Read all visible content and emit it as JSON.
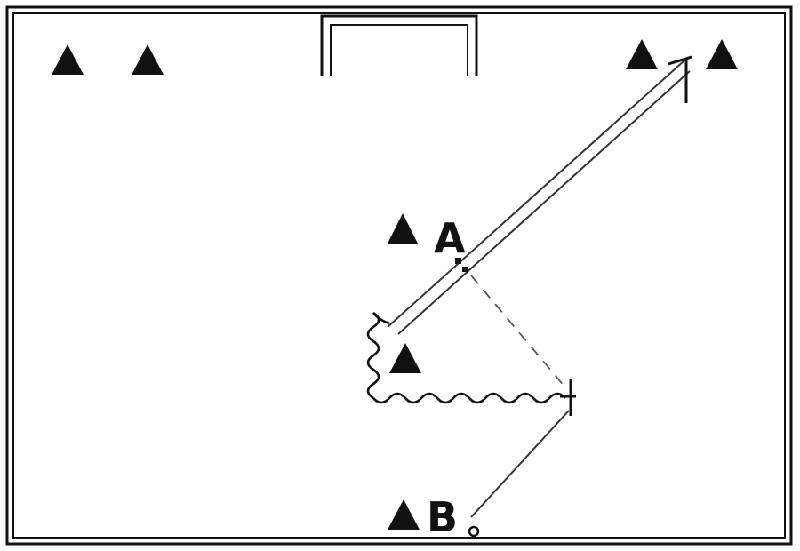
{
  "diagram": {
    "labels": {
      "player_a": "A",
      "player_b": "B"
    },
    "colors": {
      "line": "#111111",
      "background": "#ffffff",
      "pass_line": "#555555"
    },
    "elements": {
      "cones": 7,
      "goal": "goal",
      "ball": "ball"
    }
  }
}
